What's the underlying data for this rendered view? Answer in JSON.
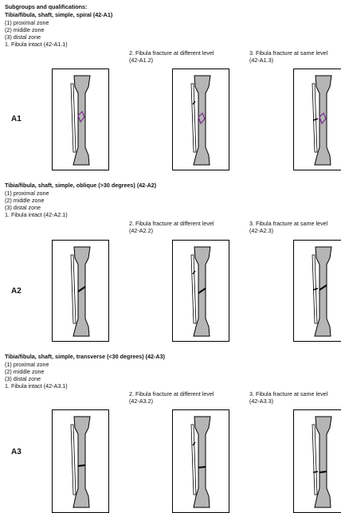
{
  "header": {
    "title": "Subgroups and qualifications:"
  },
  "groups": [
    {
      "heading": "Tibia/fibula, shaft, simple, spiral (42-A1)",
      "zones": [
        "(1) proximal zone",
        "(2) middle zone",
        "(3) distal zone"
      ],
      "row_label": "A1",
      "cells": [
        {
          "line1": "1. Fibula intact (42-A1.1)",
          "line2": ""
        },
        {
          "line1": "2. Fibula fracture at different level",
          "line2": "(42-A1.2)"
        },
        {
          "line1": "3. Fibula fracture at same level",
          "line2": "(42-A1.3)"
        }
      ]
    },
    {
      "heading": "Tibia/fibula, shaft, simple, oblique (>30 degrees) (42-A2)",
      "zones": [
        "(1) proximal zone",
        "(2) middle zone",
        "(3) distal zone"
      ],
      "row_label": "A2",
      "cells": [
        {
          "line1": "1. Fibula intact (42-A2.1)",
          "line2": ""
        },
        {
          "line1": "2. Fibula fracture at different level",
          "line2": "(42-A2.2)"
        },
        {
          "line1": "3. Fibula fracture at same level",
          "line2": "(42-A2.3)"
        }
      ]
    },
    {
      "heading": "Tibia/fibula, shaft, simple, transverse (<30 degrees) (42-A3)",
      "zones": [
        "(1) proximal zone",
        "(2) middle zone",
        "(3) distal zone"
      ],
      "row_label": "A3",
      "cells": [
        {
          "line1": "1. Fibula intact (42-A3.1)",
          "line2": ""
        },
        {
          "line1": "2. Fibula fracture at different level",
          "line2": "(42-A3.2)"
        },
        {
          "line1": "3. Fibula fracture at same level",
          "line2": "(42-A3.3)"
        }
      ]
    }
  ],
  "colors": {
    "bone_fill": "#b5b5b5",
    "outline": "#000000",
    "spiral_mark": "#7a2a8a"
  }
}
